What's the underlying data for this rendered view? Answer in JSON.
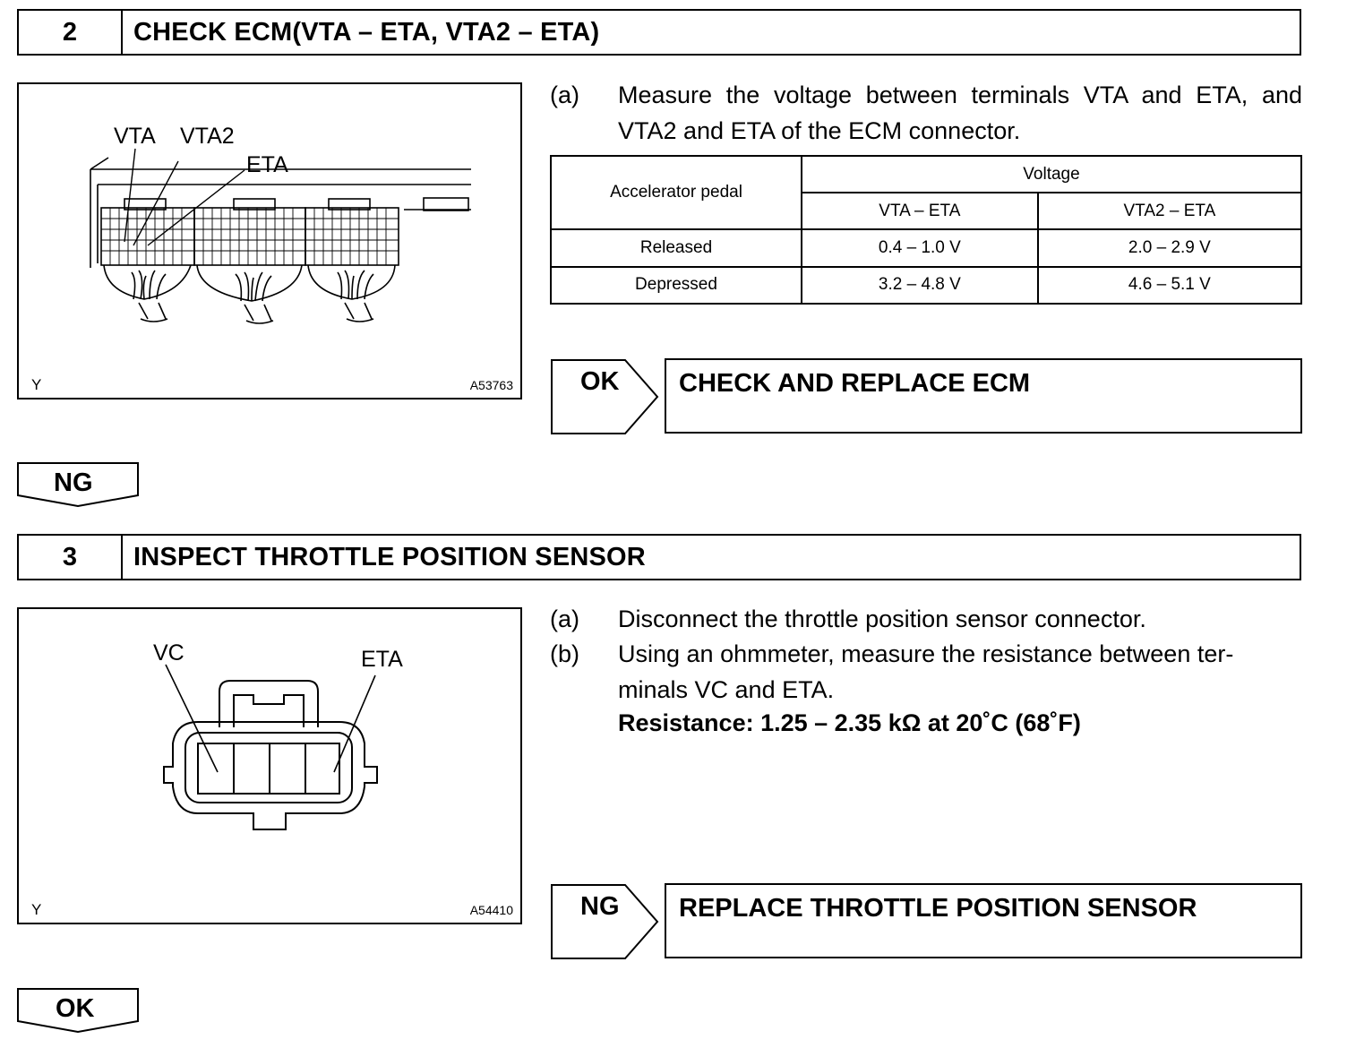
{
  "step2": {
    "number": "2",
    "title": "CHECK ECM(VTA – ETA, VTA2 – ETA)",
    "figure": {
      "labels": [
        "VTA",
        "VTA2",
        "ETA"
      ],
      "corner_left": "Y",
      "corner_right": "A53763"
    },
    "instructions": [
      {
        "marker": "(a)",
        "text": "Measure the voltage between terminals VTA and ETA, and VTA2 and ETA of the ECM connector."
      }
    ],
    "table": {
      "row_header": "Accelerator pedal",
      "group_header": "Voltage",
      "columns": [
        "VTA – ETA",
        "VTA2 – ETA"
      ],
      "rows": [
        {
          "label": "Released",
          "values": [
            "0.4 – 1.0 V",
            "2.0 – 2.9 V"
          ]
        },
        {
          "label": "Depressed",
          "values": [
            "3.2 – 4.8 V",
            "4.6 – 5.1 V"
          ]
        }
      ]
    },
    "ok_tag": "OK",
    "ok_result": "CHECK AND REPLACE ECM",
    "ng_tag": "NG"
  },
  "step3": {
    "number": "3",
    "title": "INSPECT THROTTLE POSITION SENSOR",
    "figure": {
      "labels": [
        "VC",
        "ETA"
      ],
      "corner_left": "Y",
      "corner_right": "A54410"
    },
    "instructions": [
      {
        "marker": "(a)",
        "text": "Disconnect the throttle position sensor connector."
      },
      {
        "marker": "(b)",
        "text": "Using an ohmmeter, measure the resistance between ter- minals VC and ETA."
      }
    ],
    "spec": "Resistance: 1.25 – 2.35 kΩ at 20˚C (68˚F)",
    "ng_tag": "NG",
    "ng_result": "REPLACE THROTTLE POSITION SENSOR",
    "ok_tag": "OK"
  }
}
